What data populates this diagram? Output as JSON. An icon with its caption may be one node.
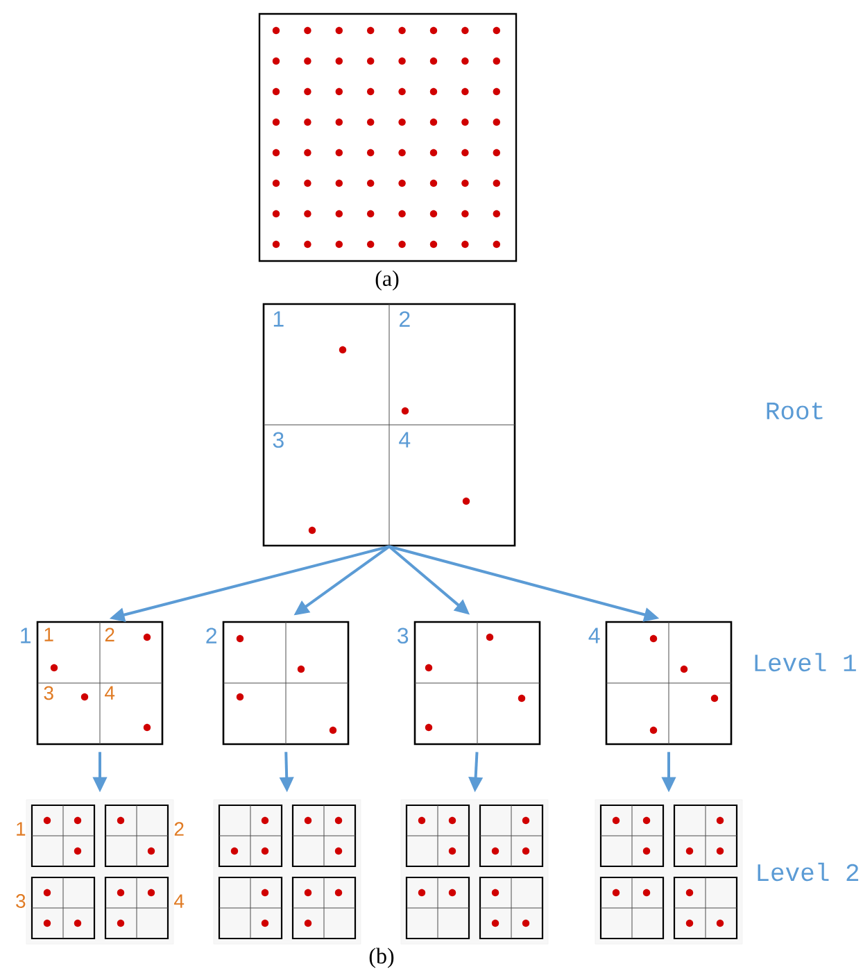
{
  "diagram": {
    "nodes": [
      {
        "text": [
          "1",
          "2",
          "3",
          "4"
        ]
      },
      {
        "text": [
          "1",
          "2",
          "3",
          "4"
        ],
        "beside": [
          "1"
        ]
      },
      {
        "text": [],
        "shape": "box",
        "beside": [
          "2"
        ]
      },
      {
        "text": [],
        "shape": "box",
        "beside": [
          "3"
        ]
      },
      {
        "text": [],
        "shape": "box",
        "beside": [
          "4"
        ]
      },
      {
        "text": [],
        "shape": "box"
      },
      {
        "text": [],
        "shape": "box",
        "in": 5,
        "beside": [
          "1"
        ]
      },
      {
        "text": [],
        "shape": "box",
        "in": 5,
        "beside": [
          "2"
        ]
      },
      {
        "text": [],
        "shape": "box",
        "in": 5,
        "beside": [
          "3"
        ]
      },
      {
        "text": [],
        "shape": "box",
        "in": 5,
        "beside": [
          "4"
        ]
      },
      {
        "text": [],
        "shape": "box"
      },
      {
        "text": [],
        "shape": "box",
        "in": 10
      },
      {
        "text": [],
        "shape": "box",
        "in": 10
      },
      {
        "text": [],
        "shape": "box",
        "in": 10
      },
      {
        "text": [],
        "shape": "box",
        "in": 10
      },
      {
        "text": [],
        "shape": "box"
      },
      {
        "text": [],
        "shape": "box",
        "in": 15
      },
      {
        "text": [],
        "shape": "box",
        "in": 15
      },
      {
        "text": [],
        "shape": "box",
        "in": 15
      },
      {
        "text": [],
        "shape": "box",
        "in": 15
      },
      {
        "text": [],
        "shape": "box"
      },
      {
        "text": [],
        "shape": "box",
        "in": 20
      },
      {
        "text": [],
        "shape": "box",
        "in": 20
      },
      {
        "text": [],
        "shape": "box",
        "in": 20
      },
      {
        "text": [],
        "shape": "box",
        "in": 20
      }
    ],
    "edges": [
      {
        "from": 0,
        "to": 1,
        "arrow": "to"
      },
      {
        "from": 0,
        "to": 2,
        "arrow": "to"
      },
      {
        "from": 0,
        "to": 3,
        "arrow": "to"
      },
      {
        "from": 0,
        "to": 4,
        "arrow": "to"
      },
      {
        "from": 1,
        "to": 5,
        "arrow": "to"
      },
      {
        "from": 2,
        "to": 10,
        "arrow": "to"
      },
      {
        "from": 3,
        "to": 15,
        "arrow": "to"
      },
      {
        "from": 4,
        "to": 20,
        "arrow": "to"
      }
    ],
    "labels": [
      "(a)",
      "Root",
      "Level 1",
      "Level 2",
      "(b)"
    ]
  }
}
